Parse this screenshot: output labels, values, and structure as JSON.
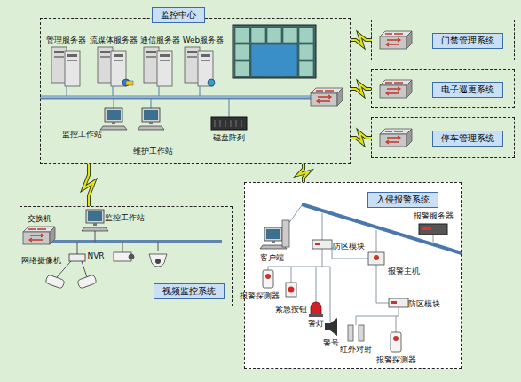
{
  "diagram": {
    "nodes": [
      {
        "text": [
          "监控中心"
        ]
      },
      {
        "text": [
          "门禁管理系统"
        ]
      },
      {
        "text": [
          "电子巡更系统"
        ]
      },
      {
        "text": [
          "停车管理系统"
        ]
      },
      {
        "text": [
          "视频监控系统"
        ]
      },
      {
        "text": [
          "入侵报警系统"
        ]
      }
    ],
    "edges": [
      {
        "from": 0,
        "to": 1,
        "arrow": "none"
      },
      {
        "from": 0,
        "to": 2,
        "arrow": "none"
      },
      {
        "from": 0,
        "to": 3,
        "arrow": "none"
      },
      {
        "from": 0,
        "to": 4,
        "arrow": "none"
      },
      {
        "from": 0,
        "to": 5,
        "arrow": "none"
      }
    ],
    "labels": [
      "管理服务器",
      "流媒体服务器",
      "通信服务器",
      "Web服务器",
      "监控工作站",
      "维护工作站",
      "磁盘阵列",
      "交换机",
      "监控工作站",
      "网络摄像机",
      "NVR",
      "客户端",
      "防区模块",
      "报警服务器",
      "报警主机",
      "报警探测器",
      "紧急按钮",
      "警灯",
      "警号",
      "防区模块",
      "红外对射",
      "报警探测器"
    ]
  }
}
